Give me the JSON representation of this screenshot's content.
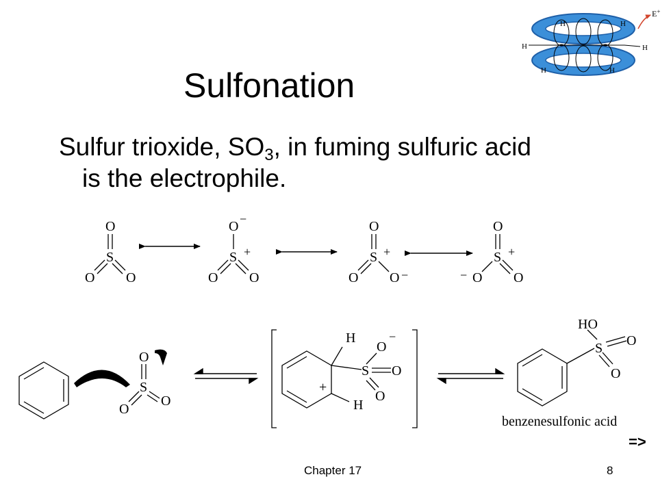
{
  "slide": {
    "title": "Sulfonation",
    "text_line1_pre": "Sulfur trioxide, SO",
    "text_line1_sub": "3",
    "text_line1_post": ", in fuming sulfuric acid",
    "text_line2": "is the electrophile.",
    "product_name": "benzenesulfonic acid",
    "next_arrow": "=>"
  },
  "footer": {
    "chapter": "Chapter 17",
    "page": "8"
  },
  "atoms": {
    "S": "S",
    "O": "O",
    "H": "H",
    "HO": "HO",
    "plus": "+",
    "minus": "−",
    "E": "E",
    "eplus": "+"
  },
  "colors": {
    "orbital_blue": "#3b8fd9",
    "orbital_dark": "#1e5fa8",
    "arrow_red": "#d2452d"
  }
}
